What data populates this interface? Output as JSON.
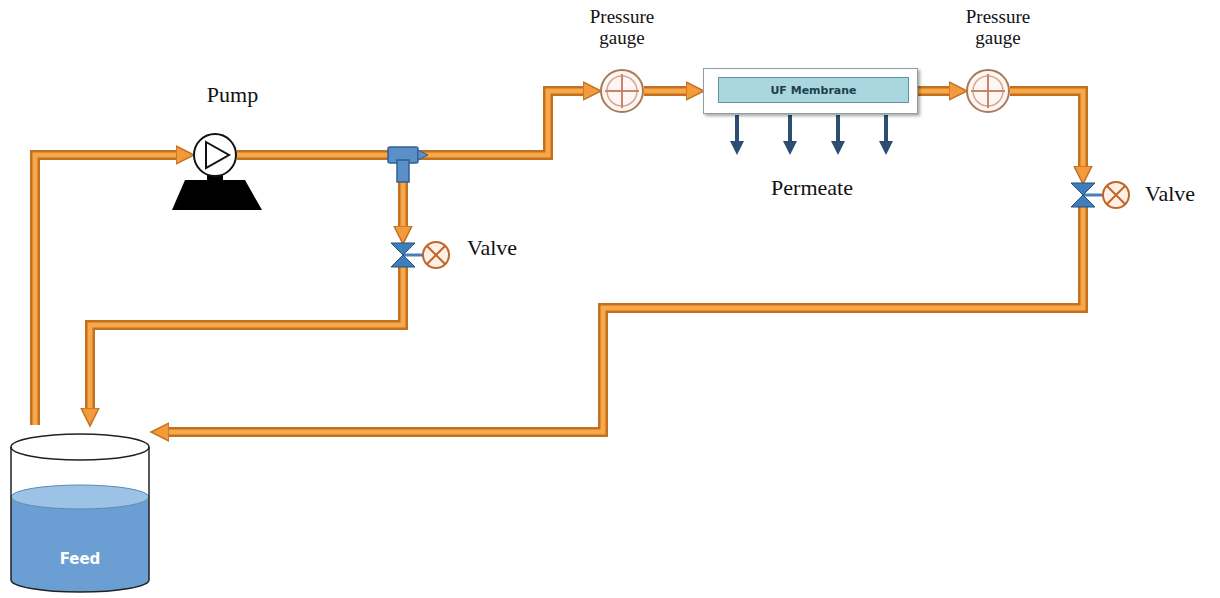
{
  "diagram": {
    "nodes": [
      {
        "text": [
          "Pump"
        ]
      },
      {
        "text": [
          "Pressure gauge"
        ]
      },
      {
        "text": [
          "UF Membrane"
        ]
      },
      {
        "text": [
          "Pressure gauge"
        ]
      },
      {
        "text": [
          "Valve"
        ]
      },
      {
        "text": [
          "Valve"
        ]
      },
      {
        "text": [
          "Feed"
        ]
      }
    ],
    "edges": [
      {
        "from": 6,
        "to": 0,
        "arrow": "to"
      },
      {
        "from": 0,
        "to": 1,
        "arrow": "to"
      },
      {
        "from": 0,
        "to": 5,
        "arrow": "to"
      },
      {
        "from": 1,
        "to": 2,
        "arrow": "to"
      },
      {
        "from": 2,
        "to": 3,
        "arrow": "to"
      },
      {
        "from": 3,
        "to": 4,
        "arrow": "to"
      },
      {
        "from": 4,
        "to": 6,
        "arrow": "to"
      },
      {
        "from": 5,
        "to": 6,
        "arrow": "to"
      }
    ],
    "labels": [
      "Permeate"
    ]
  }
}
